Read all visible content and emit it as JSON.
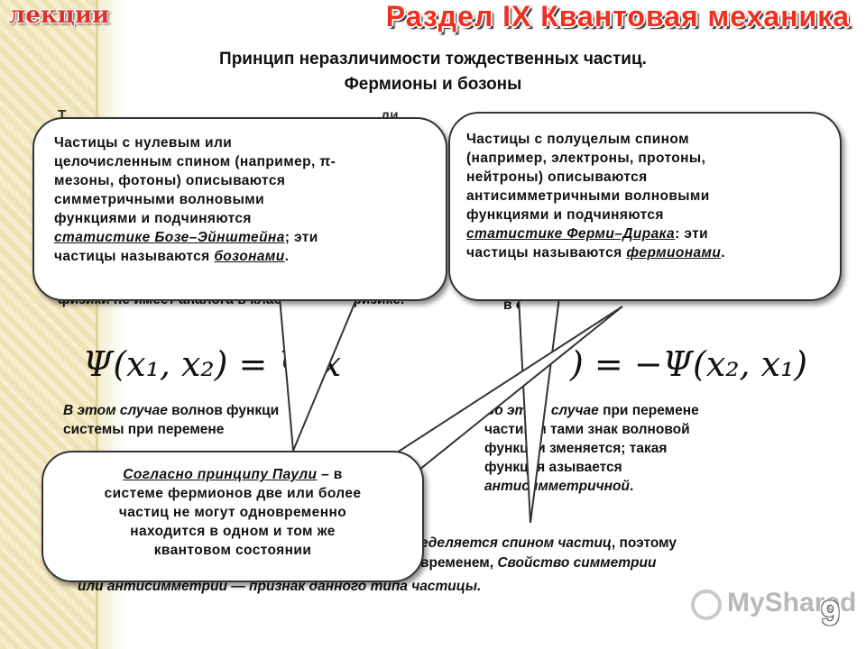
{
  "logo": "лекции",
  "section_title": "Раздел IX Квантовая механика",
  "title_line1": "Принцип неразличимости тождественных частиц.",
  "title_line2": "Фермионы и бозоны",
  "left_text": "физики не имеет аналога в классической физике.",
  "right_text": "в   стиц.",
  "formula_left": "Ψ(x₁, x₂) = Ψ(x",
  "formula_right": ") = −Ψ(x₂, x₁)",
  "left_case_1": "В этом случае",
  "left_case_2": " волнов    функци",
  "left_case_3": "системы при перемене",
  "right_case_1": "Во это",
  "right_case_2": "случае",
  "right_case_3": " при перемене",
  "right_case_4": "частиц м    тами знак волновой",
  "right_case_5": "функции   зменяется; такая",
  "right_case_6": "функция   азывается",
  "right_case_7": "антисимметричной",
  "right_case_dot": ".",
  "bottom_line1_a": "еделяется спином частиц",
  "bottom_line1_b": ", поэтому",
  "bottom_line2_a": "временем,  ",
  "bottom_line2_b": "Свойство симметрии",
  "bottom_line3_a": "или антисимметрии — признак данного типа частицы.",
  "bubble_bosons": {
    "l1": "Частицы с нулевым или",
    "l2": "целочисленным спином (например, π-",
    "l3": "мезоны, фотоны) описываются",
    "l4": "симметричными волновыми",
    "l5": "функциями и подчиняются",
    "l6_em": "статистике Бозе–Эйнштейна",
    "l6_rest": "; эти",
    "l7": "частицы называются ",
    "l7_em": "бозонами",
    "l7_end": "."
  },
  "bubble_fermions": {
    "l1": "Частицы с полуцелым спином",
    "l2": "(например, электроны, протоны,",
    "l3": "нейтроны) описываются",
    "l4": "антисимметричными волновыми",
    "l5": "функциями и подчиняются",
    "l6_em": "статистике Ферми–Дирака",
    "l6_rest": ": эти",
    "l7": "частицы называются ",
    "l7_em": "фермионами",
    "l7_end": "."
  },
  "bubble_pauli": {
    "l1_em": "Согласно принципу Паули",
    "l1_rest": " – в",
    "l2": "системе фермионов две или более",
    "l3": "частиц не могут одновременно",
    "l4": "находится в одном и том же",
    "l5": "квантовом состоянии"
  },
  "watermark": "MyShared",
  "page_number": "9"
}
